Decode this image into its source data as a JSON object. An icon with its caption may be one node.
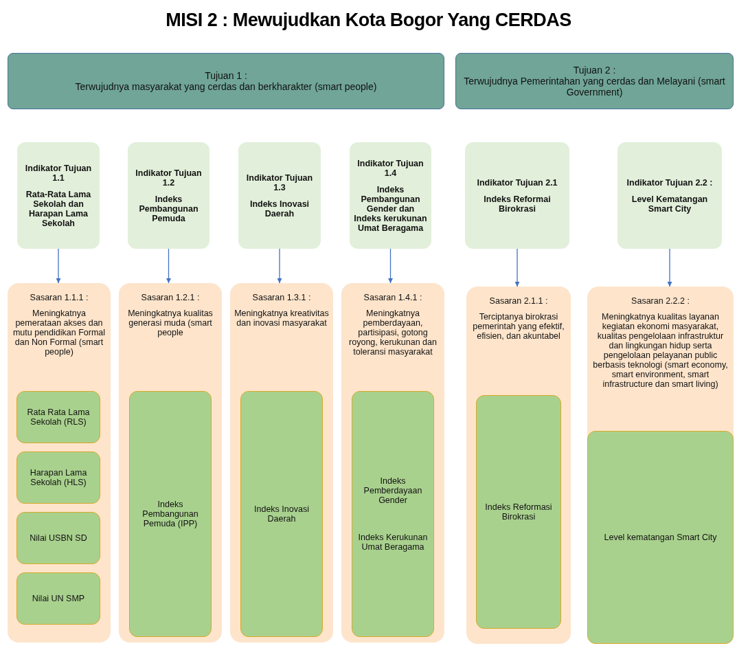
{
  "diagram": {
    "title": "MISI 2 : Mewujudkan Kota Bogor Yang CERDAS",
    "nodes": [
      {
        "text": [
          "Tujuan 1 :",
          "Terwujudnya masyarakat yang cerdas dan berkharakter (smart people)"
        ]
      },
      {
        "text": [
          "Tujuan 2 :",
          "Terwujudnya Pemerintahan yang cerdas dan Melayani (smart Government)"
        ]
      },
      {
        "text": [
          "Indikator Tujuan 1.1",
          "Rata-Rata Lama Sekolah dan Harapan Lama Sekolah"
        ]
      },
      {
        "text": [
          "Indikator Tujuan 1.2",
          "Indeks Pembangunan Pemuda"
        ]
      },
      {
        "text": [
          "Indikator Tujuan 1.3",
          "Indeks Inovasi Daerah"
        ]
      },
      {
        "text": [
          "Indikator Tujuan 1.4",
          "Indeks Pembangunan Gender dan Indeks kerukunan Umat Beragama"
        ]
      },
      {
        "text": [
          "Indikator Tujuan 2.1",
          "Indeks Reformai Birokrasi"
        ]
      },
      {
        "text": [
          "Indikator Tujuan 2.2 :",
          "Level Kematangan Smart City"
        ]
      },
      {
        "text": [
          "Sasaran 1.1.1 :",
          "Meningkatnya pemerataan akses dan mutu pendidikan Formal dan Non Formal (smart people)"
        ]
      },
      {
        "text": [
          "Rata Rata Lama Sekolah (RLS)"
        ],
        "in": 8
      },
      {
        "text": [
          "Harapan Lama Sekolah (HLS)"
        ],
        "in": 8
      },
      {
        "text": [
          "Nilai USBN SD"
        ],
        "in": 8
      },
      {
        "text": [
          "Nilai UN SMP"
        ],
        "in": 8
      },
      {
        "text": [
          "Sasaran 1.2.1 :",
          "Meningkatnya kualitas generasi muda (smart people"
        ]
      },
      {
        "text": [
          "Indeks Pembangunan Pemuda (IPP)"
        ],
        "in": 13
      },
      {
        "text": [
          "Sasaran 1.3.1 :",
          "Meningkatnya kreativitas dan inovasi masyarakat"
        ]
      },
      {
        "text": [
          "Indeks Inovasi Daerah"
        ],
        "in": 15
      },
      {
        "text": [
          "Sasaran 1.4.1 :",
          "Meningkatnya pemberdayaan, partisipasi, gotong royong, kerukunan dan toleransi masyarakat"
        ]
      },
      {
        "text": [
          "Indeks Pemberdayaan Gender",
          "Indeks Kerukunan Umat Beragama"
        ],
        "in": 17
      },
      {
        "text": [
          "Sasaran 2.1.1 :",
          "Terciptanya birokrasi pemerintah yang efektif, efisien, dan akuntabel"
        ]
      },
      {
        "text": [
          "Indeks Reformasi Birokrasi"
        ],
        "in": 19
      },
      {
        "text": [
          "Sasaran 2.2.2 :",
          "Meningkatnya kualitas layanan kegiatan ekonomi masyarakat, kualitas pengelolaan infrastruktur dan lingkungan hidup serta pengelolaan pelayanan public berbasis teknologi (smart economy, smart environment, smart infrastructure dan smart living)"
        ]
      },
      {
        "text": [
          "Level kematangan Smart City"
        ],
        "in": 21
      }
    ],
    "edges": [
      {
        "from": 2,
        "to": 8,
        "arrow": "to"
      },
      {
        "from": 3,
        "to": 13,
        "arrow": "to"
      },
      {
        "from": 4,
        "to": 15,
        "arrow": "to"
      },
      {
        "from": 5,
        "to": 17,
        "arrow": "to"
      },
      {
        "from": 6,
        "to": 19,
        "arrow": "to"
      },
      {
        "from": 7,
        "to": 21,
        "arrow": "to"
      }
    ]
  }
}
